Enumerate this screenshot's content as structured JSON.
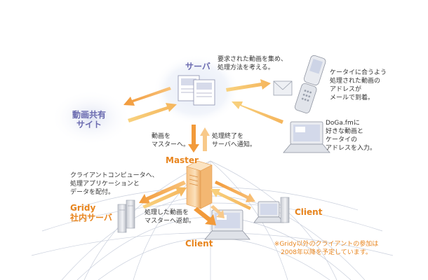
{
  "colors": {
    "accent_purple": "#6b6bb0",
    "accent_orange": "#e8851e",
    "arrow_orange": "#f5a24a",
    "arrow_yellow": "#f7cf7a"
  },
  "nodes": {
    "server": {
      "title": "サーバ",
      "desc": "要求された動画を集め、\n処理方法を考える。"
    },
    "sharing": {
      "title": "動画共有\nサイト"
    },
    "mobile": {
      "desc": "ケータイに合うよう\n処理された動画の\nアドレスが\nメールで到着。"
    },
    "laptop_top": {
      "desc": "DoGa.fmに\n好きな動画と\nケータイの\nアドレスを入力。"
    },
    "master": {
      "title": "Master",
      "to_master": "動画を\nマスターへ。",
      "to_server": "処理終了を\nサーバへ通知。"
    },
    "distribute": {
      "desc": "クライアントコンピュータへ、\n処理アプリケーションと\nデータを配付。"
    },
    "gridy": {
      "title": "Gridy\n社内サーバ"
    },
    "return": {
      "desc": "処理した動画を\nマスターへ返却。"
    },
    "client_bottom": {
      "title": "Client"
    },
    "client_right": {
      "title": "Client"
    },
    "note": {
      "text": "※Gridy以外のクライアントの参加は\n2008年以降を予定しています。"
    }
  }
}
